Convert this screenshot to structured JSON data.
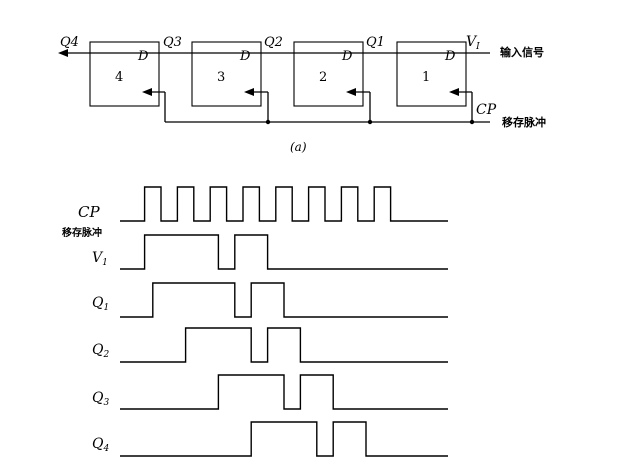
{
  "circuit": {
    "outputs": [
      "Q4",
      "Q3",
      "Q2",
      "Q1"
    ],
    "input_name": "V",
    "input_sub": "I",
    "input_label": "输入信号",
    "clock_name": "CP",
    "clock_label": "移存脉冲",
    "d_label": "D",
    "blocks": [
      "4",
      "3",
      "2",
      "1"
    ],
    "caption": "(a)"
  },
  "timing": {
    "cp_label": "CP",
    "cp_sub_label": "移存脉冲",
    "signals": [
      {
        "name": "V",
        "sub": "1",
        "levels": [
          0,
          0,
          0,
          1,
          1,
          1,
          1,
          1,
          1,
          1,
          1,
          1,
          0,
          0,
          1,
          1,
          1,
          1,
          0,
          0,
          0,
          0,
          0,
          0,
          0,
          0,
          0,
          0,
          0,
          0,
          0,
          0,
          0,
          0,
          0,
          0,
          0,
          0,
          0,
          0
        ]
      },
      {
        "name": "Q",
        "sub": "1",
        "levels": [
          0,
          0,
          0,
          0,
          1,
          1,
          1,
          1,
          1,
          1,
          1,
          1,
          1,
          1,
          0,
          0,
          1,
          1,
          1,
          1,
          0,
          0,
          0,
          0,
          0,
          0,
          0,
          0,
          0,
          0,
          0,
          0,
          0,
          0,
          0,
          0,
          0,
          0,
          0,
          0
        ]
      },
      {
        "name": "Q",
        "sub": "2",
        "levels": [
          0,
          0,
          0,
          0,
          0,
          0,
          0,
          0,
          1,
          1,
          1,
          1,
          1,
          1,
          1,
          1,
          0,
          0,
          1,
          1,
          1,
          1,
          0,
          0,
          0,
          0,
          0,
          0,
          0,
          0,
          0,
          0,
          0,
          0,
          0,
          0,
          0,
          0,
          0,
          0
        ]
      },
      {
        "name": "Q",
        "sub": "3",
        "levels": [
          0,
          0,
          0,
          0,
          0,
          0,
          0,
          0,
          0,
          0,
          0,
          0,
          1,
          1,
          1,
          1,
          1,
          1,
          1,
          1,
          0,
          0,
          1,
          1,
          1,
          1,
          0,
          0,
          0,
          0,
          0,
          0,
          0,
          0,
          0,
          0,
          0,
          0,
          0,
          0
        ]
      },
      {
        "name": "Q",
        "sub": "4",
        "levels": [
          0,
          0,
          0,
          0,
          0,
          0,
          0,
          0,
          0,
          0,
          0,
          0,
          0,
          0,
          0,
          0,
          1,
          1,
          1,
          1,
          1,
          1,
          1,
          1,
          0,
          0,
          1,
          1,
          1,
          1,
          0,
          0,
          0,
          0,
          0,
          0,
          0,
          0,
          0,
          0
        ]
      }
    ],
    "clock_levels": [
      0,
      0,
      0,
      1,
      1,
      0,
      0,
      1,
      1,
      0,
      0,
      1,
      1,
      0,
      0,
      1,
      1,
      0,
      0,
      1,
      1,
      0,
      0,
      1,
      1,
      0,
      0,
      1,
      1,
      0,
      0,
      1,
      1,
      0,
      0,
      0,
      0,
      0,
      0,
      0
    ]
  }
}
